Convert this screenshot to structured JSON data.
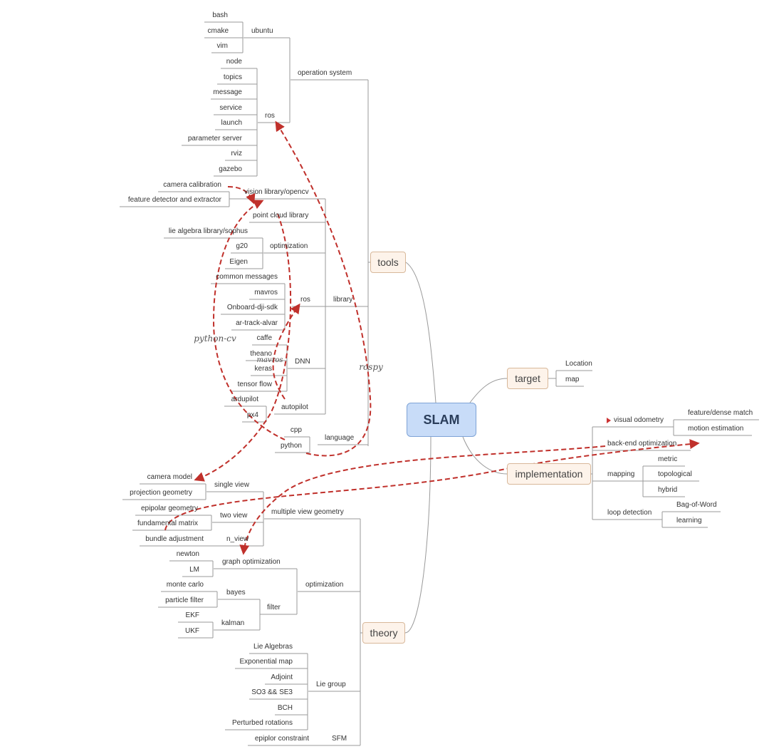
{
  "colors": {
    "line": "#9a9a9a",
    "relation": "#c0302b",
    "root_fill": "#c8dcf8",
    "main_fill": "#fdf3ea",
    "flag": "#cc3333"
  },
  "root": {
    "label": "SLAM"
  },
  "main_topics": {
    "tools": "tools",
    "target": "target",
    "implementation": "implementation",
    "theory": "theory"
  },
  "tools": {
    "operation_system": "operation system",
    "ubuntu": {
      "label": "ubuntu",
      "items": [
        "bash",
        "cmake",
        "vim"
      ]
    },
    "ros": {
      "label": "ros",
      "items": [
        "node",
        "topics",
        "message",
        "service",
        "launch",
        "parameter server",
        "rviz",
        "gazebo"
      ]
    },
    "library": "library",
    "opencv": {
      "label": "vision library/opencv",
      "items": [
        "camera calibration",
        "feature detector and extractor"
      ]
    },
    "pcl": "point cloud library",
    "optimization": {
      "label": "optimization",
      "items": [
        "lie algebra library/sophus",
        "g20",
        "Eigen"
      ]
    },
    "lib_ros": {
      "label": "ros",
      "items": [
        "common messages",
        "mavros",
        "Onboard-dji-sdk",
        "ar-track-alvar"
      ]
    },
    "dnn": {
      "label": "DNN",
      "items": [
        "caffe",
        "theano",
        "keras",
        "tensor flow"
      ]
    },
    "autopilot": {
      "label": "autopilot",
      "items": [
        "ardupilot",
        "px4"
      ]
    },
    "language": {
      "label": "language",
      "items": [
        "cpp",
        "python"
      ]
    }
  },
  "target": {
    "items": [
      "Location",
      "map"
    ]
  },
  "implementation": {
    "visual_odometry": {
      "label": "visual odometry",
      "items": [
        "feature/dense match",
        "motion estimation"
      ]
    },
    "back_end": "back-end optimization",
    "mapping": {
      "label": "mapping",
      "items": [
        "metric",
        "topological",
        "hybrid"
      ]
    },
    "loop_detection": {
      "label": "loop detection",
      "items": [
        "Bag-of-Word",
        "learning"
      ]
    }
  },
  "theory": {
    "mvg": "multiple view geometry",
    "single_view": {
      "label": "single view",
      "items": [
        "camera model",
        "projection geometry"
      ]
    },
    "two_view": {
      "label": "two view",
      "items": [
        "epipolar geometry",
        "fundamental matrix"
      ]
    },
    "n_view": {
      "label": "n_view",
      "items": [
        "bundle adjustment"
      ]
    },
    "optimization": "optimization",
    "graph_opt": {
      "label": "graph optimization",
      "items": [
        "newton",
        "LM"
      ]
    },
    "filter": "filter",
    "bayes": {
      "label": "bayes",
      "items": [
        "monte carlo",
        "particle filter"
      ]
    },
    "kalman": {
      "label": "kalman",
      "items": [
        "EKF",
        "UKF"
      ]
    },
    "lie_group": {
      "label": "Lie group",
      "items": [
        "Lie Algebras",
        "Exponential map",
        "Adjoint",
        "SO3 && SE3",
        "BCH",
        "Perturbed rotations"
      ]
    },
    "sfm": {
      "label": "SFM",
      "items": [
        "epiplor constraint"
      ]
    }
  },
  "relations": {
    "python_cv": "python-cv",
    "rospy": "rospy",
    "mavros": "mavros"
  }
}
